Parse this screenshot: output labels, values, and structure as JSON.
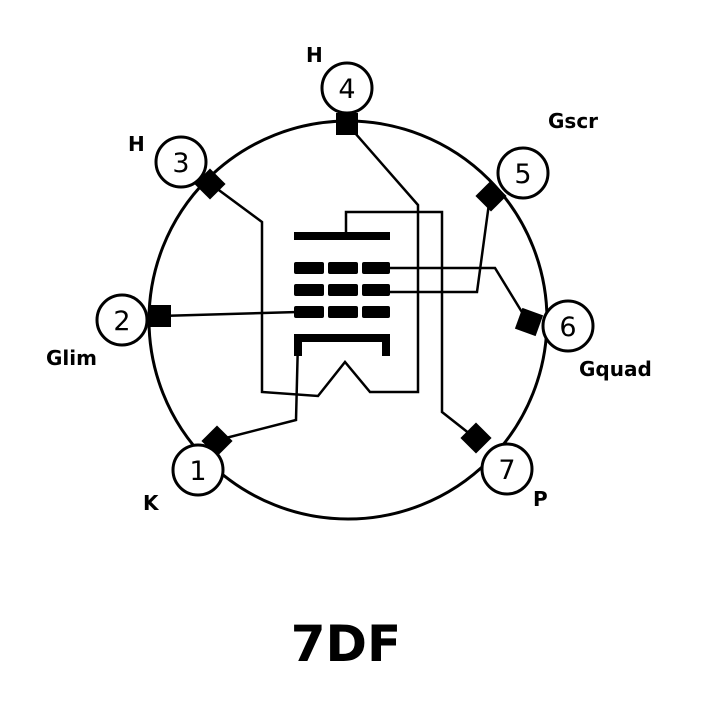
{
  "diagram": {
    "title": "7DF",
    "pins": [
      {
        "id": "1",
        "number": "1",
        "label": "K"
      },
      {
        "id": "2",
        "number": "2",
        "label": "Glim"
      },
      {
        "id": "3",
        "number": "3",
        "label": "H"
      },
      {
        "id": "4",
        "number": "4",
        "label": "H"
      },
      {
        "id": "5",
        "number": "5",
        "label": "Gscr"
      },
      {
        "id": "6",
        "number": "6",
        "label": "Gquad"
      },
      {
        "id": "7",
        "number": "7",
        "label": "P"
      }
    ]
  }
}
